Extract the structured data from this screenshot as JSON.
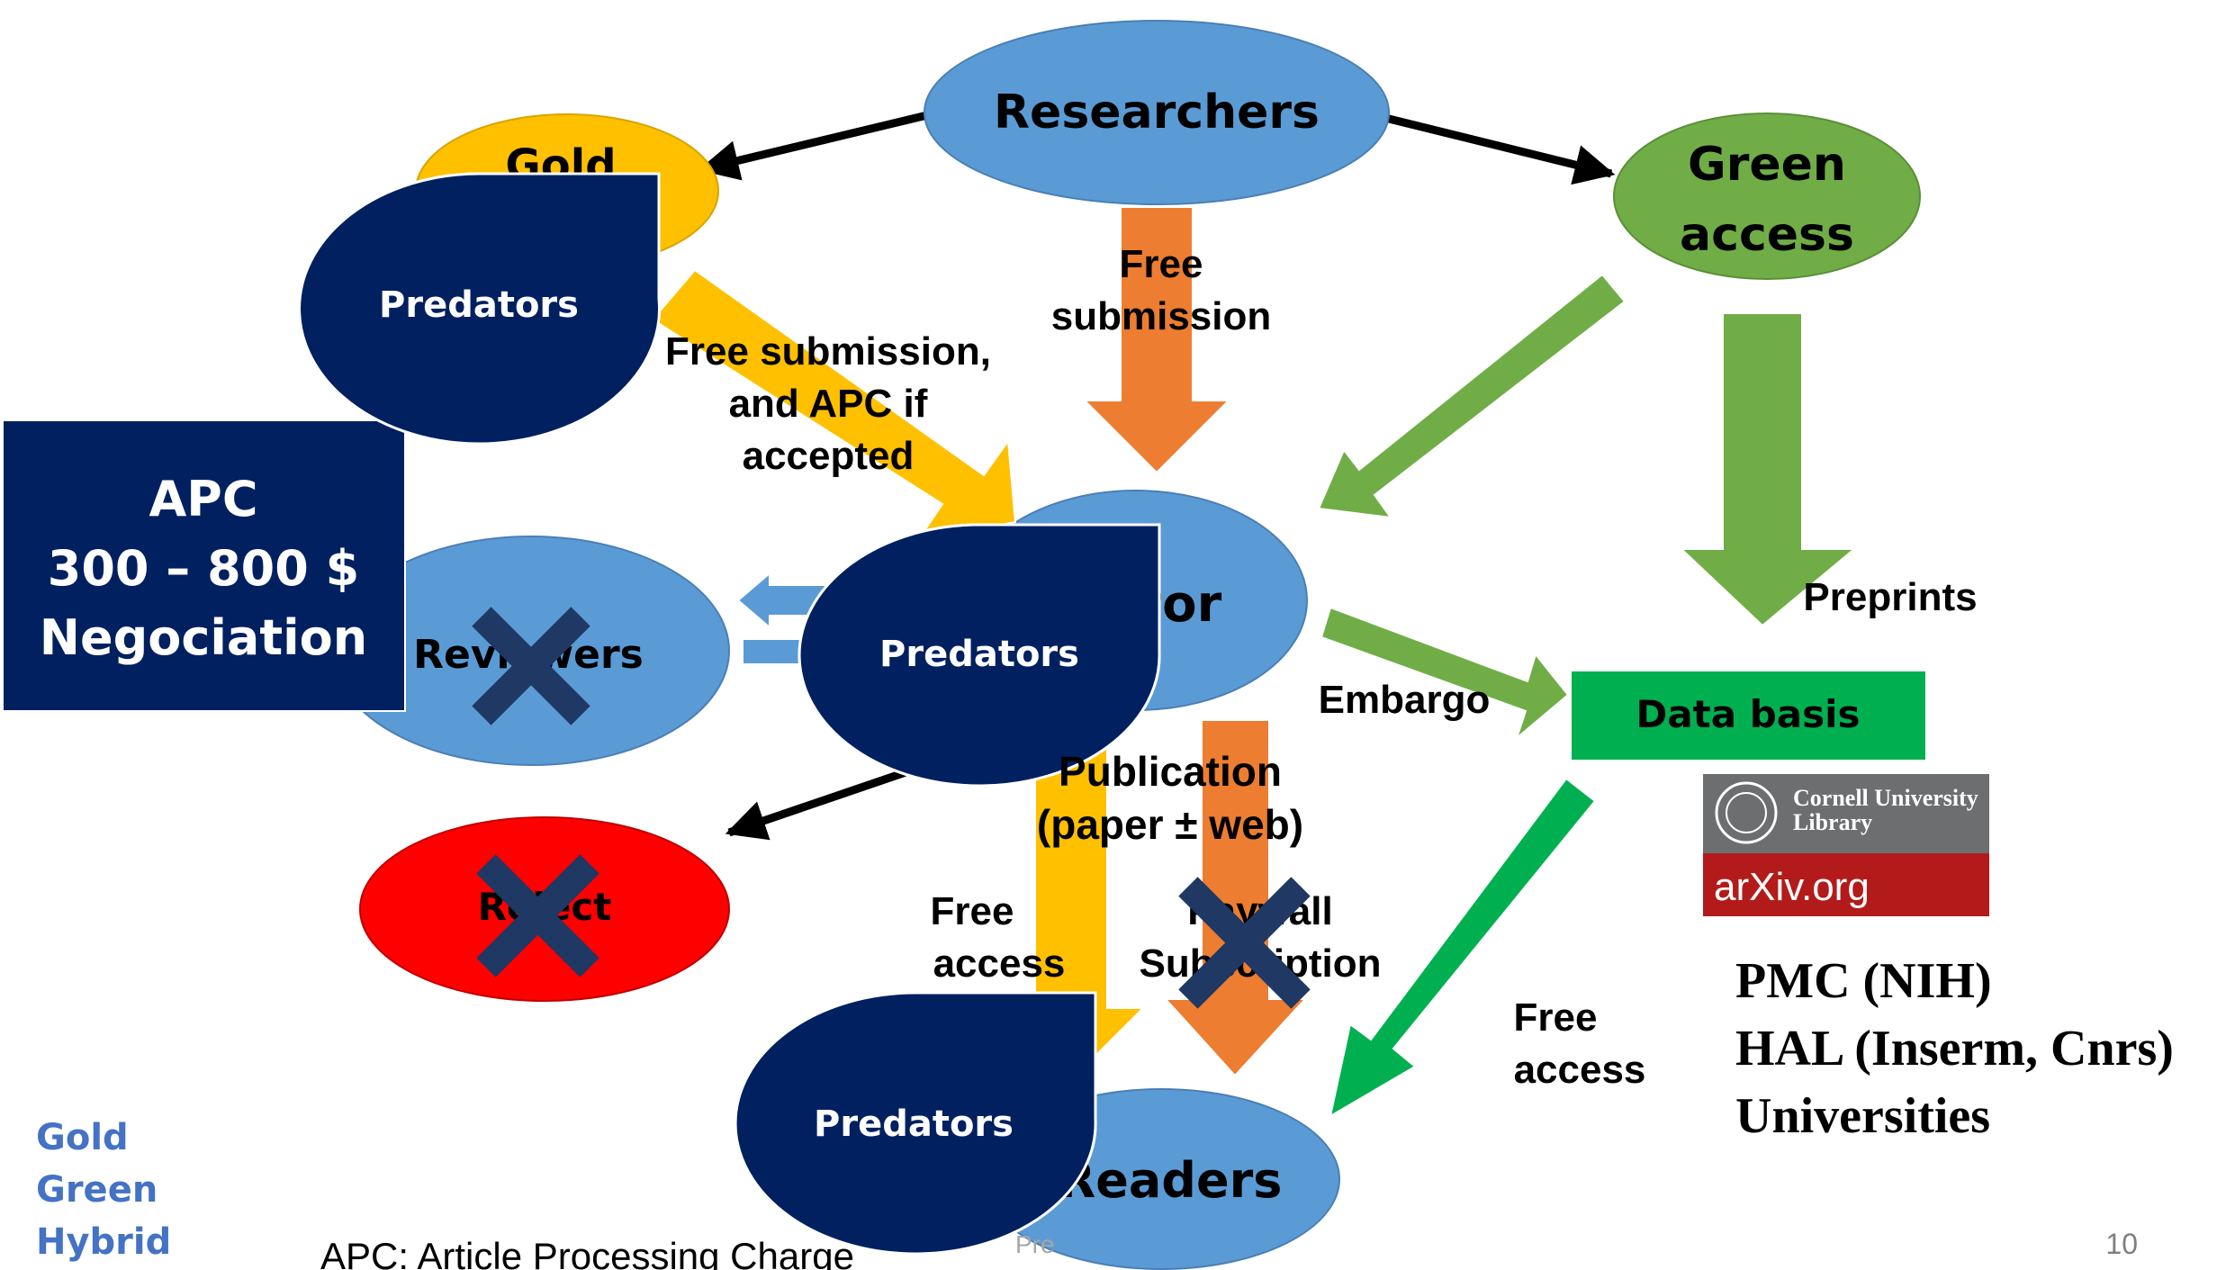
{
  "nodes": {
    "researchers": "Researchers",
    "gold": "Gold",
    "green_access": [
      "Green",
      "access"
    ],
    "editor": "Editor",
    "reviewers": "Reviewers",
    "reject": "Reject",
    "readers": "Readers",
    "data_basis": "Data basis"
  },
  "predators_label": "Predators",
  "apc_box": [
    "APC",
    "300 – 800 $",
    "Negociation"
  ],
  "edge_labels": {
    "free_submission_center": [
      "Free",
      "submission"
    ],
    "free_submission_apc": [
      "Free submission,",
      "and APC if",
      "accepted"
    ],
    "preprints": "Preprints",
    "embargo": "Embargo",
    "publication": [
      "Publication",
      "(paper ± web)"
    ],
    "free_access_left": [
      "Free",
      "access"
    ],
    "paywall": [
      "Paywall",
      "Subscription"
    ],
    "free_access_right": [
      "Free",
      "access"
    ]
  },
  "cornell_logo": {
    "line1": "Cornell University",
    "line2": "Library",
    "arxiv": "arXiv.org"
  },
  "repositories": [
    "PMC (NIH)",
    "HAL (Inserm, Cnrs)",
    "Universities"
  ],
  "legend": [
    "Gold",
    "Green",
    "Hybrid"
  ],
  "footnote": "APC: Article Processing Charge",
  "footer_center": "Pre",
  "page_number": "10",
  "colors": {
    "blue_node": "#5b9bd5",
    "gold": "#ffc000",
    "green_node": "#70ad47",
    "orange": "#ed7d31",
    "navy": "#002060",
    "red": "#ff0000",
    "bright_green": "#00b050",
    "cross": "#1f3864",
    "legend_blue": "#4472c4",
    "arxiv_red": "#b31b1b",
    "cornell_grey": "#6d6e70"
  }
}
